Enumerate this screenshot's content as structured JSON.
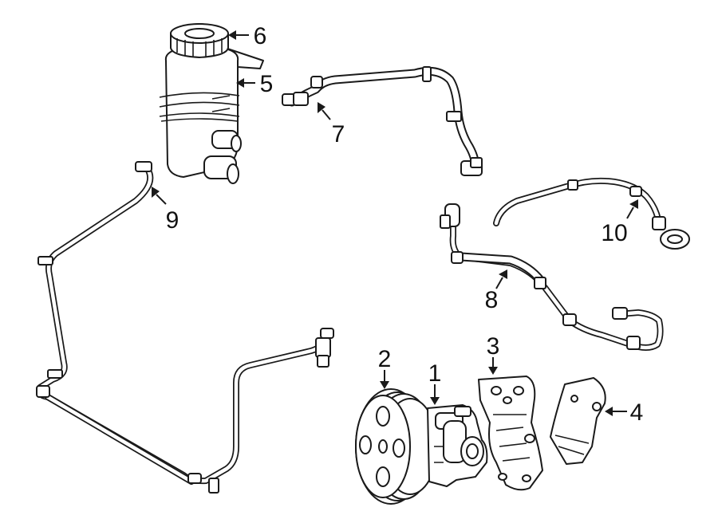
{
  "callouts": {
    "c1": "1",
    "c2": "2",
    "c3": "3",
    "c4": "4",
    "c5": "5",
    "c6": "6",
    "c7": "7",
    "c8": "8",
    "c9": "9",
    "c10": "10"
  },
  "colors": {
    "ink": "#1a1a1a",
    "paper": "#ffffff"
  }
}
